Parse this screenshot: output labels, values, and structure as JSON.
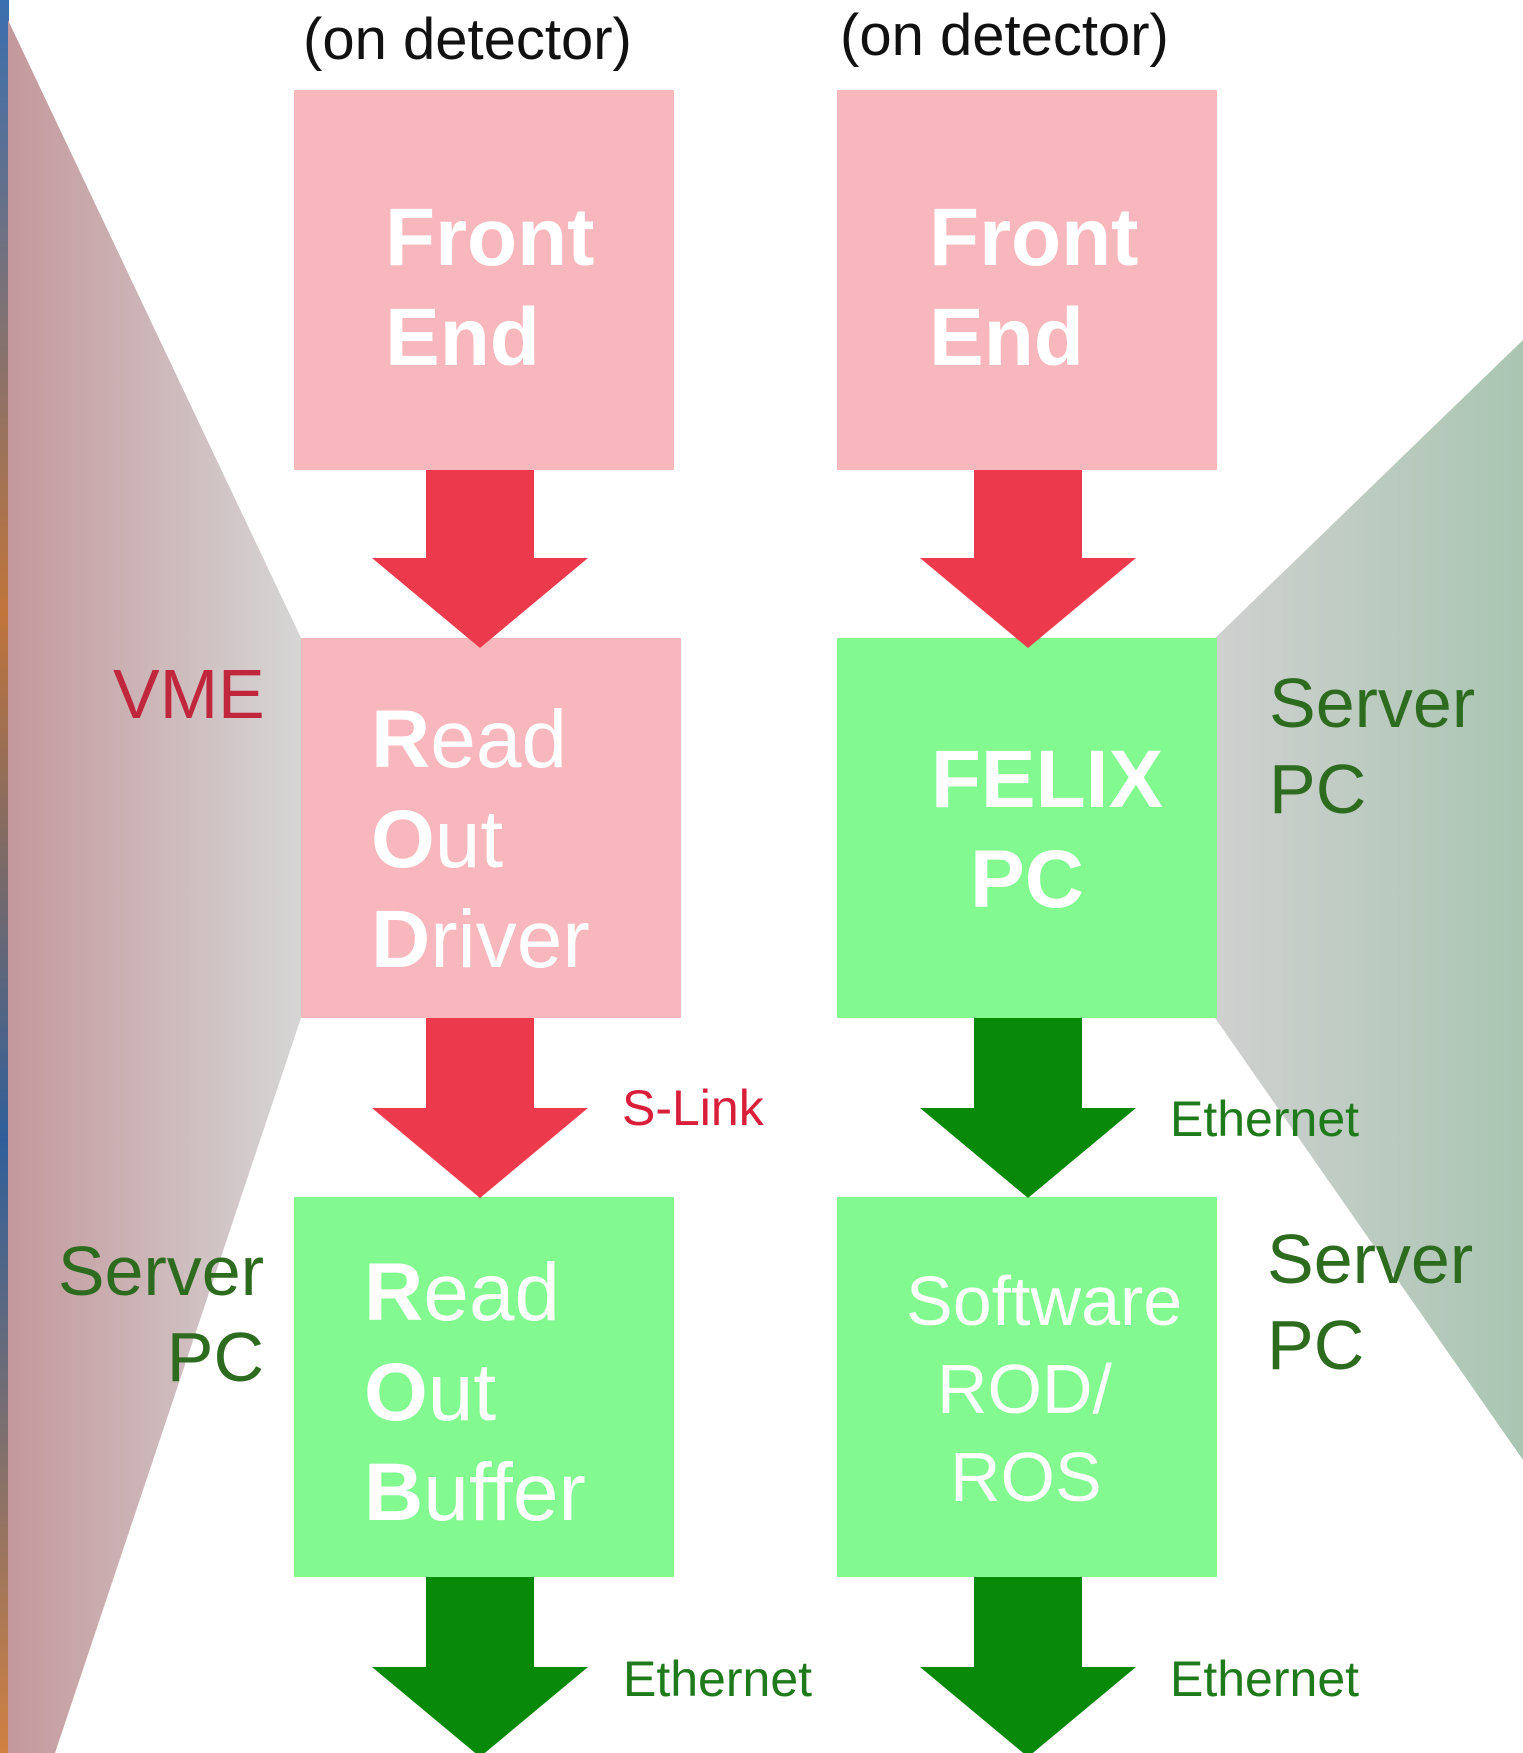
{
  "colors": {
    "front_end_fill": "#f8b7bd",
    "server_fill": "#82fa8f",
    "legacy_arrow": "#ec3a4c",
    "new_arrow": "#088a08",
    "vme_text": "#c0273d",
    "server_text": "#2d6b1f"
  },
  "left": {
    "header": "(on detector)",
    "front_end": [
      "Front",
      "End"
    ],
    "rod": {
      "initials": [
        "R",
        "O",
        "D"
      ],
      "rest": [
        "ead",
        "ut",
        "river"
      ]
    },
    "vme_label": "VME",
    "link_label": "S-Link",
    "rob": {
      "initials": [
        "R",
        "O",
        "B"
      ],
      "rest": [
        "ead",
        "ut",
        "uffer"
      ]
    },
    "server_label": [
      "Server",
      "PC"
    ],
    "output_label": "Ethernet"
  },
  "right": {
    "header": "(on detector)",
    "front_end": [
      "Front",
      "End"
    ],
    "felix": [
      "FELIX",
      "PC"
    ],
    "server_label_top": [
      "Server",
      "PC"
    ],
    "link_label": "Ethernet",
    "software": [
      "Software",
      "ROD/",
      "ROS"
    ],
    "server_label_bottom": [
      "Server",
      "PC"
    ],
    "output_label": "Ethernet"
  }
}
